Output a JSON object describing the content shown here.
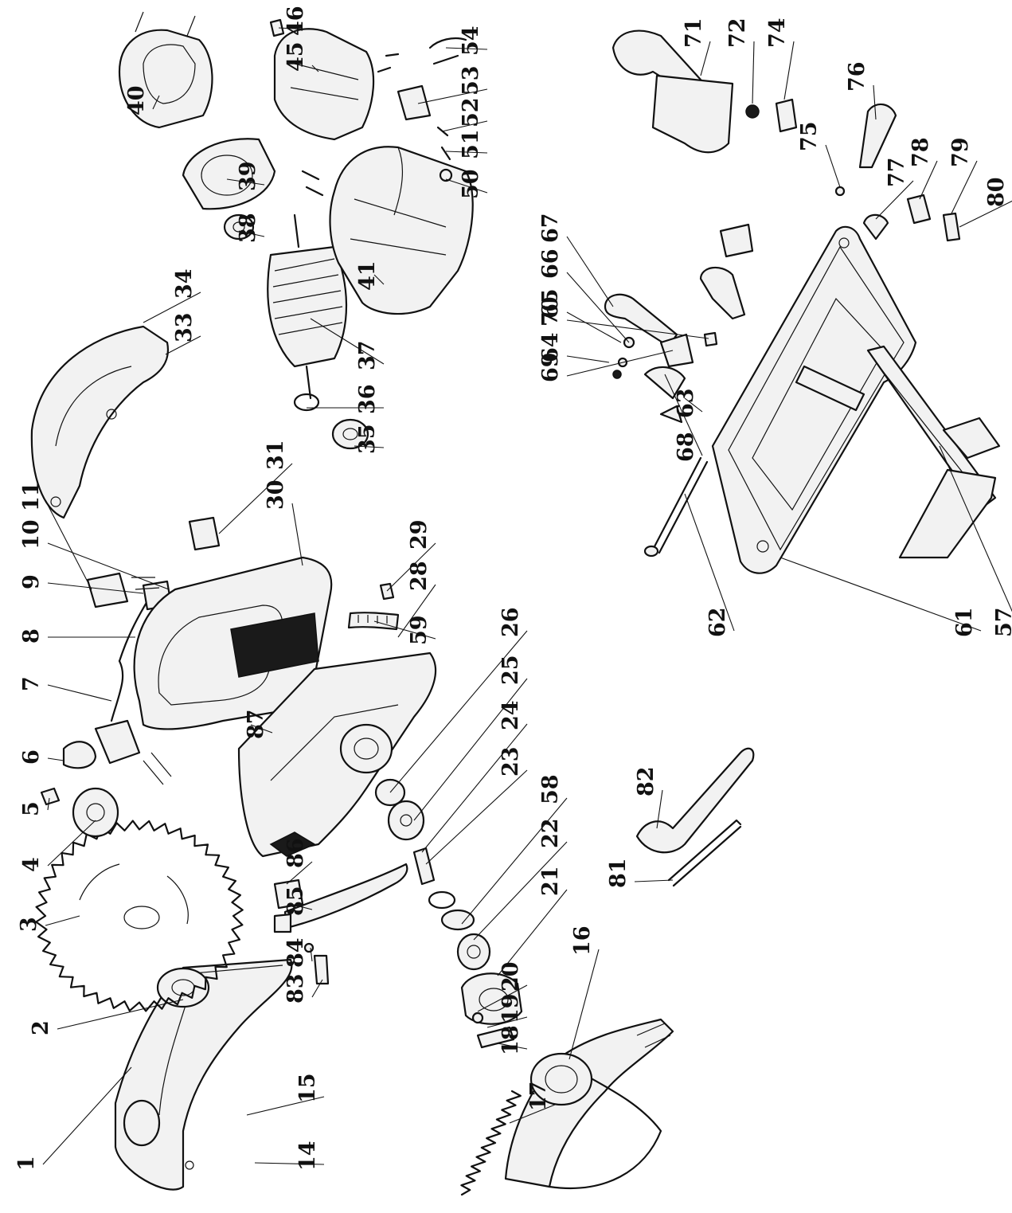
{
  "diagram": {
    "labels": [
      "1",
      "2",
      "3",
      "4",
      "5",
      "6",
      "7",
      "8",
      "9",
      "10",
      "11",
      "14",
      "15",
      "16",
      "17",
      "18",
      "19",
      "20",
      "21",
      "22",
      "23",
      "24",
      "25",
      "26",
      "28",
      "29",
      "30",
      "31",
      "33",
      "34",
      "35",
      "36",
      "37",
      "38",
      "39",
      "40",
      "41",
      "45",
      "46",
      "50",
      "51",
      "52",
      "53",
      "54",
      "57",
      "58",
      "59",
      "61",
      "62",
      "63",
      "64",
      "65",
      "66",
      "67",
      "68",
      "69",
      "70",
      "71",
      "72",
      "74",
      "75",
      "76",
      "77",
      "78",
      "79",
      "80",
      "81",
      "82",
      "83",
      "84",
      "85",
      "86",
      "87"
    ],
    "colors": {
      "ink": "#111111",
      "paper": "#ffffff"
    }
  }
}
